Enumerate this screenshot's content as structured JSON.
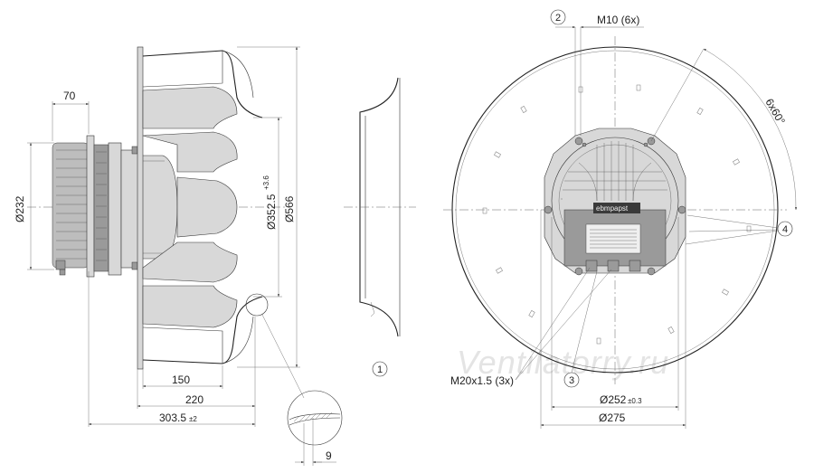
{
  "drawing": {
    "watermark": "Ventilatorry.ru",
    "side_view": {
      "dim_motor_depth": "70",
      "dim_motor_diameter": "Ø232",
      "dim_inlet_diameter": "Ø352.5",
      "dim_inlet_diameter_tol": "+3.6",
      "dim_impeller_diameter": "Ø566",
      "dim_150": "150",
      "dim_220": "220",
      "dim_303_5": "303.5",
      "dim_303_5_tol": "±2",
      "dim_9": "9"
    },
    "front_view": {
      "dim_thread_m10": "M10 (6x)",
      "dim_angle": "6x60°",
      "dim_cable_gland": "M20x1.5 (3x)",
      "dim_bolt_circle_252": "Ø252",
      "dim_bolt_circle_252_tol": "±0.3",
      "dim_bolt_circle_275": "Ø275",
      "label_plate_brand": "ebmpapst"
    },
    "callouts": {
      "c1": "1",
      "c2": "2",
      "c3": "3",
      "c4": "4"
    }
  }
}
